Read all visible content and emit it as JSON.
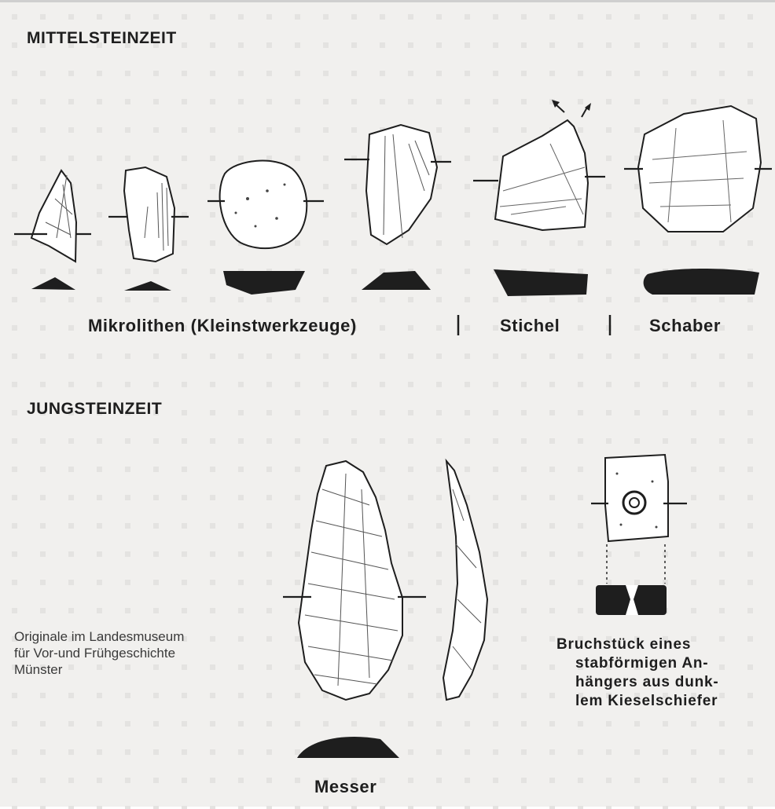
{
  "sections": {
    "mittelsteinzeit": {
      "heading": "MITTELSTEINZEIT",
      "captions": {
        "mikrolithen": "Mikrolithen (Kleinstwerkzeuge)",
        "stichel": "Stichel",
        "schaber": "Schaber"
      }
    },
    "jungsteinzeit": {
      "heading": "JUNGSTEINZEIT",
      "captions": {
        "messer": "Messer"
      },
      "pendant_description": [
        "Bruchstück eines",
        "stabförmigen An-",
        "hängers aus dunk-",
        "lem Kieselschiefer"
      ]
    }
  },
  "source_note": [
    "Originale im Landesmuseum",
    "für Vor-und Frühgeschichte",
    "Münster"
  ],
  "colors": {
    "paper": "#f1f0ee",
    "ink": "#1e1e1e",
    "stone": "#ffffff"
  }
}
